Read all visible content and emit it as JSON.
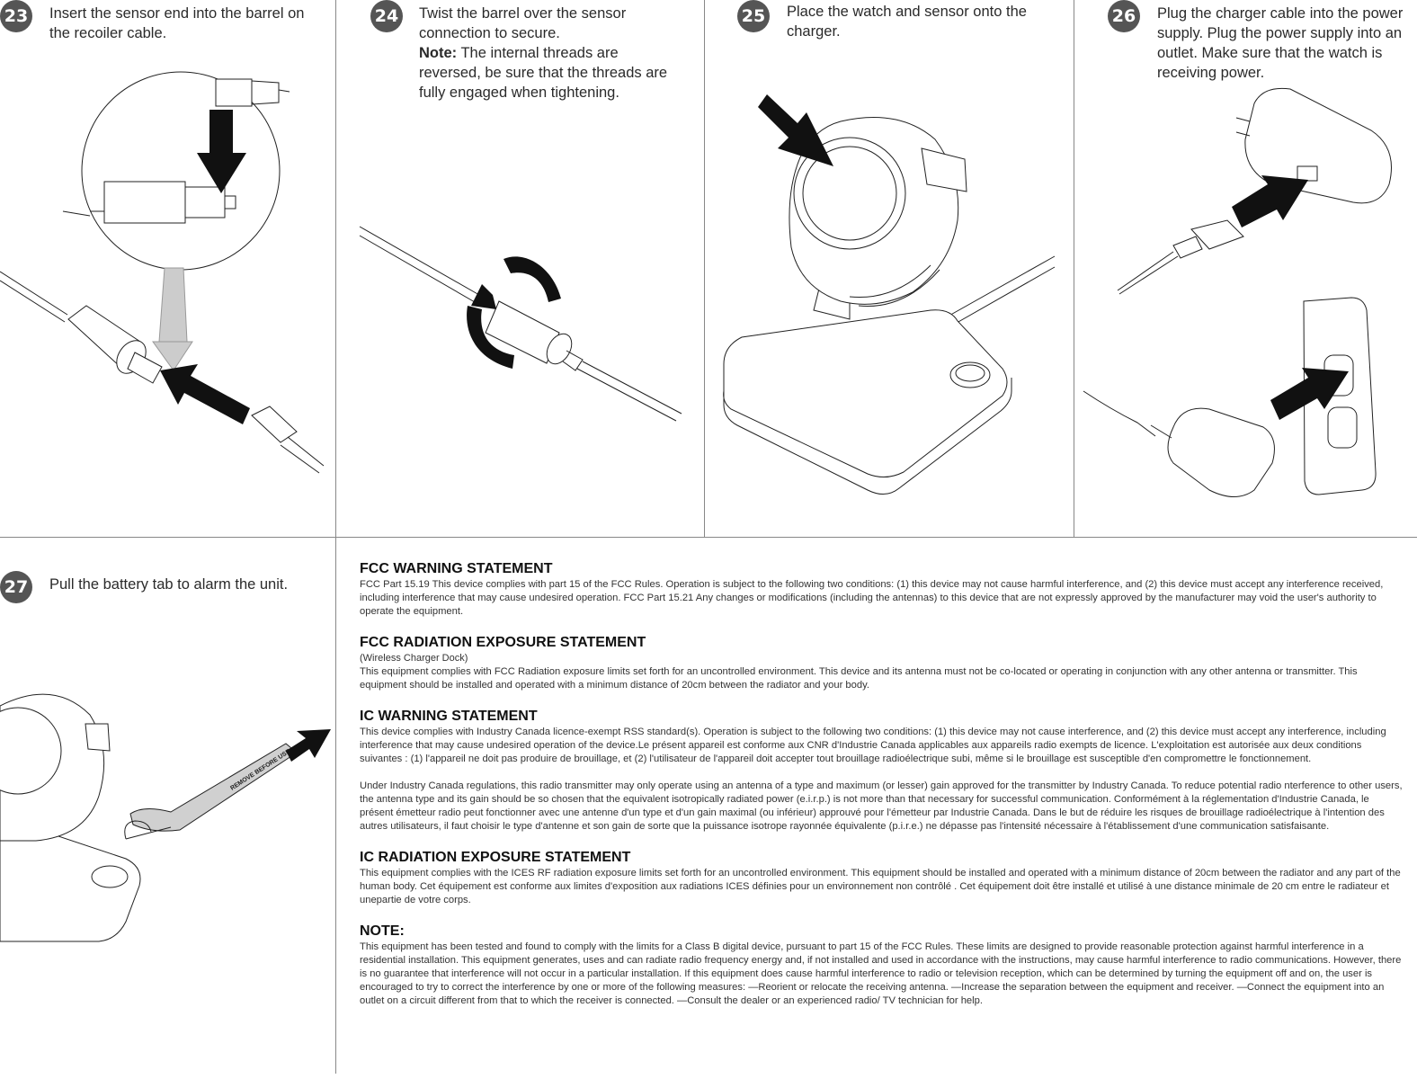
{
  "steps": [
    {
      "num": "23",
      "text": "Insert the sensor end into the barrel on the recoiler cable."
    },
    {
      "num": "24",
      "text": "Twist the barrel over the sensor connection to secure.",
      "note_label": "Note:",
      "note": " The internal threads are reversed, be sure that the threads are fully engaged when tightening."
    },
    {
      "num": "25",
      "text": "Place the watch and sensor onto the charger."
    },
    {
      "num": "26",
      "text": "Plug the charger cable into the power supply. Plug the power supply into an outlet. Make sure that the watch is receiving power."
    },
    {
      "num": "27",
      "text": "Pull the battery tab to alarm the unit."
    }
  ],
  "illustrations": {
    "tab_label": "REMOVE BEFORE USE"
  },
  "legal": {
    "fcc_warning": {
      "title": "FCC WARNING STATEMENT",
      "body": "FCC Part 15.19 This device complies with part 15 of the FCC Rules. Operation is subject to the following two conditions: (1) this device may not cause harmful interference, and (2) this device must accept any interference received, including interference that may cause undesired operation. FCC Part 15.21 Any changes or modifications (including the antennas) to this device that are not expressly approved by the manufacturer may void the user's authority to operate the equipment."
    },
    "fcc_radiation": {
      "title": "FCC RADIATION EXPOSURE STATEMENT",
      "sub": "(Wireless Charger Dock)",
      "body": "This equipment complies with FCC Radiation exposure limits set forth for an uncontrolled environment. This device and its antenna must not be co-located or operating in conjunction with any other antenna or transmitter. This equipment should be installed and operated with a minimum distance of 20cm between the radiator and your body."
    },
    "ic_warning": {
      "title": "IC WARNING STATEMENT",
      "body": "This device complies with Industry Canada licence-exempt RSS standard(s). Operation is subject to the following two conditions: (1) this device may not cause interference, and (2) this device must accept any interference, including interference that may cause undesired operation of the device.Le présent appareil est conforme aux CNR d'Industrie Canada applicables aux appareils radio exempts de licence. L'exploitation est autorisée aux deux conditions suivantes : (1) l'appareil ne doit pas produire de brouillage, et (2) l'utilisateur de l'appareil doit accepter tout brouillage radioélectrique subi, même si le brouillage est susceptible d'en compromettre le fonctionnement.",
      "body2": "Under Industry Canada regulations, this radio transmitter may only operate using an antenna of a type and maximum (or lesser) gain approved for the transmitter by Industry Canada. To reduce potential radio nterference to other users, the antenna type and its gain should be so chosen that the equivalent isotropically radiated power (e.i.r.p.) is not more than that necessary for successful communication. Conformément à la réglementation d'Industrie Canada, le présent émetteur radio peut fonctionner avec une antenne d'un type et d'un gain maximal (ou inférieur) approuvé pour l'émetteur par Industrie Canada. Dans le but de réduire les risques de brouillage radioélectrique à l'intention des autres utilisateurs, il faut choisir le type d'antenne et son gain de sorte que la puissance isotrope rayonnée équivalente (p.i.r.e.) ne dépasse pas l'intensité nécessaire à l'établissement d'une communication satisfaisante."
    },
    "ic_radiation": {
      "title": "IC RADIATION EXPOSURE STATEMENT",
      "body": "This equipment complies with the ICES RF radiation exposure limits set forth for an uncontrolled environment. This equipment should be installed and operated with a minimum distance of 20cm between the radiator and any part of the human body.  Cet équipement est conforme aux limites d'exposition aux radiations ICES définies pour un environnement non contrôlé . Cet équipement doit être installé et utilisé à une distance minimale de 20 cm entre le radiateur et unepartie de votre corps."
    },
    "note": {
      "title": "NOTE:",
      "body": " This equipment has been tested and found to comply with the limits for a Class B digital device, pursuant to part 15 of the FCC Rules. These limits are designed to provide reasonable protection against harmful interference in a residential installation. This equipment generates, uses and can radiate radio frequency energy and, if not installed and used in accordance with the instructions, may cause harmful interference to radio communications. However, there is no guarantee that interference will not occur in a particular installation. If this equipment does cause harmful interference to radio or television reception, which can be determined by turning the equipment off and on, the user is encouraged to try to correct the interference by one or more of the following measures: —Reorient or relocate the receiving antenna. —Increase the separation between the equipment and receiver. —Connect the equipment into an outlet on a circuit different from that to which the receiver is connected. —Consult the dealer or an experienced radio/ TV technician for help."
    }
  }
}
